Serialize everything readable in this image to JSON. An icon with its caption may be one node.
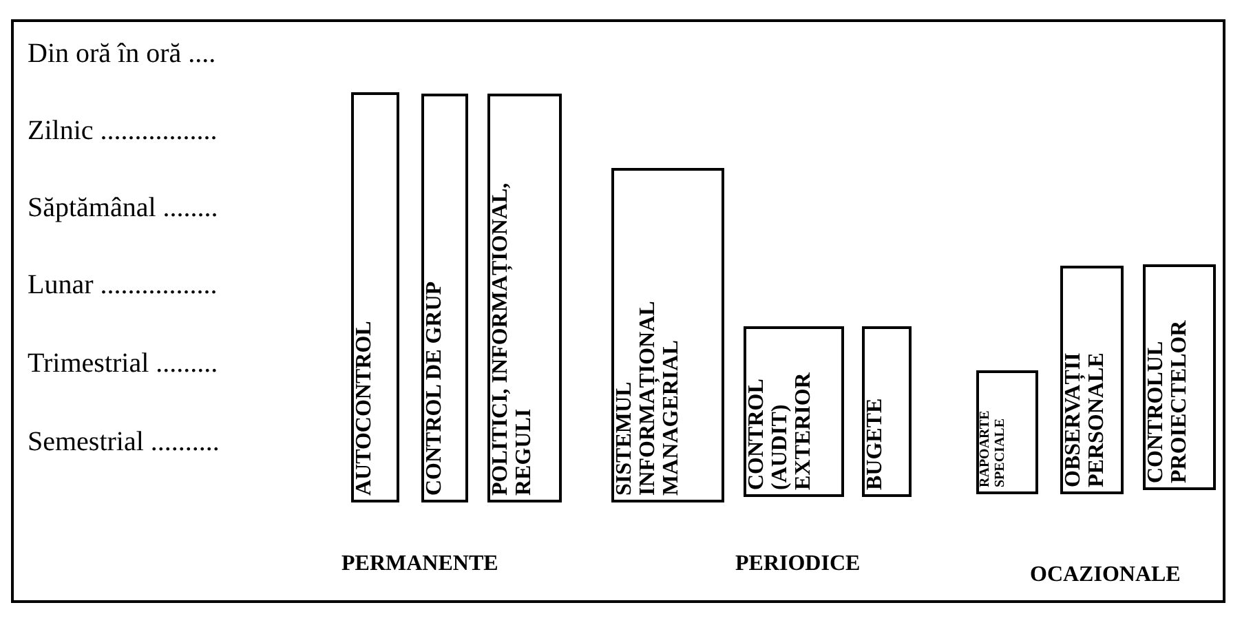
{
  "diagram": {
    "nodes": [
      {
        "text": [
          "AUTOCONTROL"
        ]
      },
      {
        "text": [
          "CONTROL DE GRUP"
        ]
      },
      {
        "text": [
          "POLITICI, INFORMAȚIONAL, REGULI"
        ]
      },
      {
        "text": [
          "SISTEMUL INFORMAȚIONAL MANAGERIAL"
        ]
      },
      {
        "text": [
          "CONTROL (AUDIT) EXTERIOR"
        ]
      },
      {
        "text": [
          "BUGETE"
        ]
      },
      {
        "text": [
          "RAPOARTE SPECIALE"
        ]
      },
      {
        "text": [
          "OBSERVAȚII PERSONALE"
        ]
      },
      {
        "text": [
          "CONTROLUL PROIECTELOR"
        ]
      }
    ],
    "labels": [
      "Din oră în oră ....",
      "Zilnic .................",
      "Săptămânal ........",
      "Lunar .................",
      "Trimestrial .........",
      "Semestrial ..........",
      "PERMANENTE",
      "PERIODICE",
      "OCAZIONALE"
    ]
  }
}
